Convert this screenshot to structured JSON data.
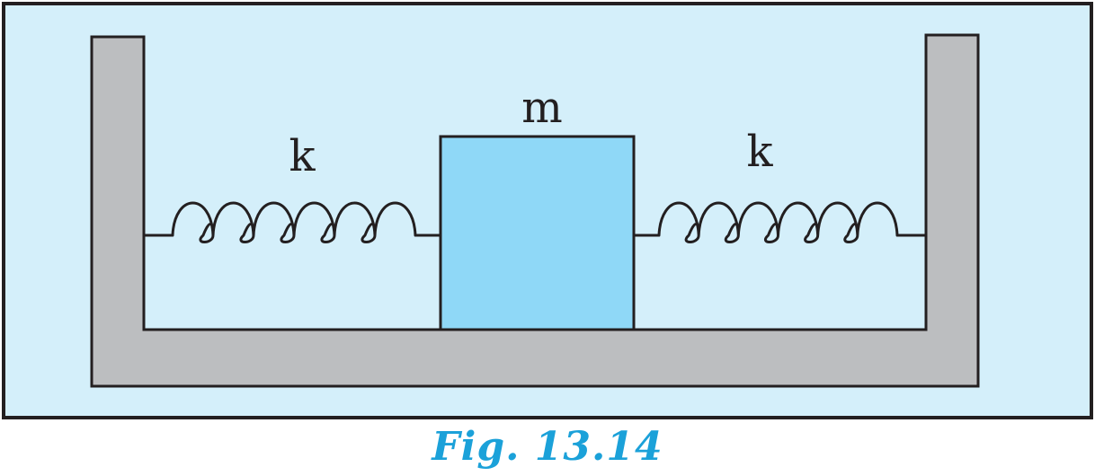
{
  "labels": {
    "mass": "m",
    "left_spring": "k",
    "right_spring": "k"
  },
  "caption": "Fig. 13.14",
  "colors": {
    "panel_background": "#d4effa",
    "frame_border": "#231f20",
    "wall_fill": "#bcbec0",
    "block_fill": "#8fd8f7",
    "caption": "#1ba1d9"
  }
}
